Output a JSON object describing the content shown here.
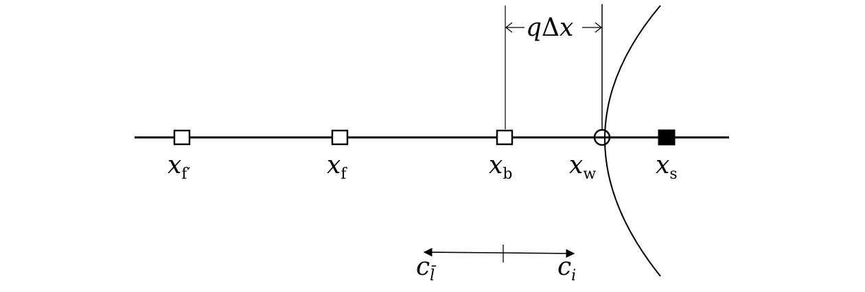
{
  "diagram": {
    "nodes": {
      "x_f_prime": {
        "base": "x",
        "sub": "f′",
        "marker": "open-square"
      },
      "x_f": {
        "base": "x",
        "sub": "f",
        "marker": "open-square"
      },
      "x_b": {
        "base": "x",
        "sub": "b",
        "marker": "open-square"
      },
      "x_w": {
        "base": "x",
        "sub": "w",
        "marker": "open-circle"
      },
      "x_s": {
        "base": "x",
        "sub": "s",
        "marker": "filled-square"
      }
    },
    "dimension": {
      "q": "q",
      "delta": "Δ",
      "x": "x"
    },
    "velocities": {
      "left": {
        "base": "c",
        "sub": "l̄"
      },
      "right": {
        "base": "c",
        "sub": "i"
      }
    }
  }
}
